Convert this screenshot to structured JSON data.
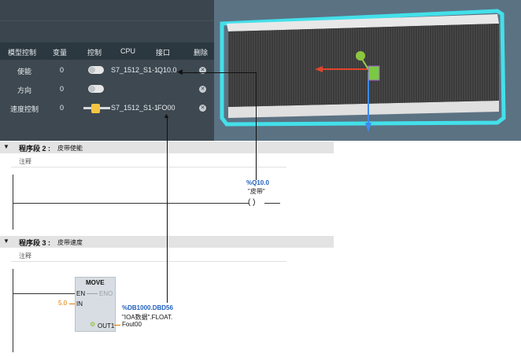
{
  "panel": {
    "headers": [
      "模型控制",
      "变量",
      "控制",
      "CPU",
      "接口",
      "删除"
    ],
    "rows": [
      {
        "name": "使能",
        "value": "0",
        "cpu": "S7_1512_S1-1",
        "iface": "Q10.0"
      },
      {
        "name": "方向",
        "value": "0",
        "cpu": "",
        "iface": ""
      },
      {
        "name": "速度控制",
        "value": "0",
        "cpu": "S7_1512_S1-1",
        "iface": "FO00"
      }
    ],
    "delete_glyph": "✕"
  },
  "segment2": {
    "label": "程序段 2 :",
    "name": "皮带使能",
    "comment": "注释",
    "coil_addr": "%Q10.0",
    "coil_tag": "\"皮带\"",
    "coil_symbol": "( )"
  },
  "segment3": {
    "label": "程序段 3 :",
    "name": "皮带速度",
    "comment": "注释",
    "move": {
      "title": "MOVE",
      "en": "EN",
      "eno": "ENO",
      "in": "IN",
      "out": "OUT1",
      "in_value": "5.0",
      "out_addr": "%DB1000.DBD56",
      "out_tag": "\"IOA数据\".FLOAT.",
      "out_name": "Fout00"
    }
  },
  "colors": {
    "panel_bg": "#3d4850",
    "header_bg": "#2c3840",
    "accent_blue": "#1f5fbf",
    "accent_orange": "#e07b00",
    "slider_yellow": "#f4c542",
    "belt_dark": "#3c3c3c",
    "frame_cyan": "#43e0ea"
  },
  "icons": [
    "collapse-triangle-icon",
    "delete-icon",
    "toggle-switch",
    "slider-thumb",
    "axis-gizmo-icon"
  ]
}
